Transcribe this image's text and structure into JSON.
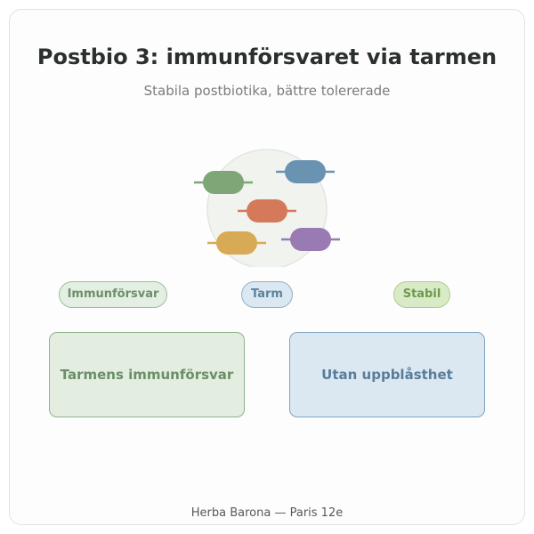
{
  "header": {
    "title": "Postbio 3: immunförsvaret via tarmen",
    "subtitle": "Stabila postbiotika, bättre tolererade"
  },
  "illustration": {
    "capsule_colors": [
      "#7ea676",
      "#6a93b2",
      "#d47a5b",
      "#d9aa55",
      "#9a7ab2"
    ]
  },
  "tags": {
    "immune": "Immunförsvar",
    "gut": "Tarm",
    "stable": "Stabil"
  },
  "boxes": {
    "left": "Tarmens immunförsvar",
    "right": "Utan uppblåsthet"
  },
  "footer": {
    "credit": "Herba Barona — Paris 12e"
  },
  "colors": {
    "title": "#2b2f2e",
    "green": "#8db48a",
    "blue": "#7ea3c0",
    "lime": "#a9cf8c"
  }
}
